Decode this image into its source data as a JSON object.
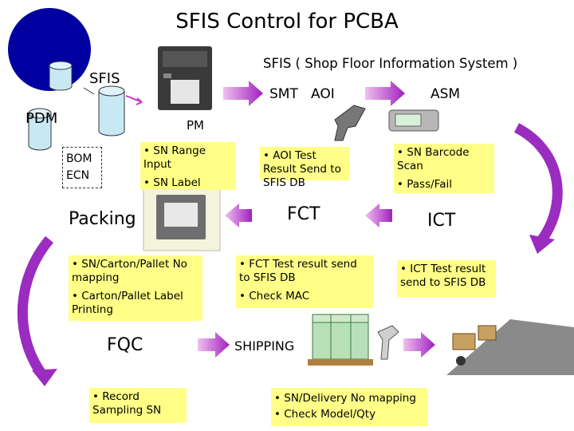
{
  "title": "SFIS Control for PCBA",
  "subtitle": "SFIS ( Shop Floor Information System )",
  "labels": {
    "sfis": "SFIS",
    "pdm": "PDM",
    "bom": "BOM",
    "ecn": "ECN",
    "pm": "PM",
    "smt_aoi": "SMT   AOI",
    "asm": "ASM",
    "packing": "Packing",
    "fct": "FCT",
    "ict": "ICT",
    "fqc": "FQC",
    "shipping": "SHIPPING"
  },
  "notes": {
    "pm_1": "• SN Range Input",
    "pm_2": "• SN Label Printing",
    "aoi_1": "• AOI Test Result Send to SFIS DB",
    "asm_1": "• SN Barcode Scan",
    "asm_2": "• Pass/Fail",
    "packing_1": "• SN/Carton/Pallet No mapping",
    "packing_2": "• Carton/Pallet Label Printing",
    "fct_1": "• FCT Test  result send to SFIS DB",
    "fct_2": "• Check MAC",
    "ict_1": "• ICT Test  result send to SFIS DB",
    "fqc_1": "• Record Sampling SN",
    "ship_1": "• SN/Delivery No mapping",
    "ship_2": "• Check Model/Qty"
  },
  "colors": {
    "arrow": "#cc33cc",
    "note_bg": "#ffff88",
    "db_fill": "#c8e8f4",
    "blob": "#0000a0"
  }
}
